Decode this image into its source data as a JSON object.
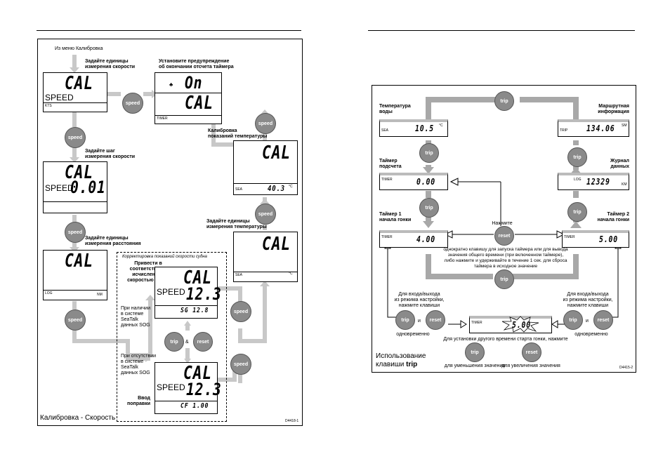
{
  "left": {
    "intro": "Из меню Калибровка",
    "step_speed_units": "Задайте единицы\nизмерения скорости",
    "step_alarm": "Установите предупреждение\nоб окончании отсчета таймера",
    "step_speed_step": "Задайте шаг\nизмерения скорости",
    "step_temp_calib": "Калибровка\nпоказаний температуры",
    "step_temp_units": "Задайте единицы\nизмерения температуры",
    "step_dist_units": "Задайте единицы\nизмерения расстояния",
    "sog_box_title": "Корректировка показаний скорости судна",
    "sog_align": "Привести в\nсоответствие с\nисчисленной\nскоростью (SOG)",
    "sog_present": "При наличии\nв системе\nSeaTalk\nданных SOG",
    "sog_absent": "При отсутствии\nв системе\nSeaTalk\nданных SOG",
    "enter_corr": "Ввод\nпоправки",
    "amp": "&",
    "caption": "Калибровка - Скорость",
    "code": "D4418-1",
    "lcd_cal": "CAL",
    "lcd_on": "On",
    "lcd_speed": "SPEED",
    "lcd_kts": "KTS",
    "lcd_timer": "TIMER",
    "lcd_sea": "SEA",
    "lcd_log": "LOG",
    "lcd_nm": "NM",
    "lcd_degc": "°C",
    "val_step": "0.01",
    "val_temp": "40.3",
    "val_sog_speed": "12.3",
    "val_sog": "SG 12.8",
    "val_cf": "CF 1.00",
    "btn_speed": "speed",
    "btn_trip": "trip",
    "btn_reset": "reset"
  },
  "right": {
    "water_temp": "Температура\nводы",
    "trip_info": "Маршрутная\nинформация",
    "countdown": "Таймер\nподсчета",
    "log_data": "Журнал\nданных",
    "race1": "Таймер 1\nначала гонки",
    "race2": "Таймер 2\nначала гонки",
    "press": "Нажмите",
    "desc": "однократно клавишу для запуска таймера или для вывода\nзначения общего времени (при включенном таймере),\nлибо нажмите и удерживайте в течение 1 сек. для сброса\nтаймера в исходное значение",
    "setup_left": "Для входа/выхода\nиз режима настройки,\nнажмите клавиши",
    "setup_right": "Для входа/выхода\nиз режима настройки,\nнажмите клавиши",
    "and": "и",
    "simul": "одновременно",
    "set_other": "Для установки другого времени старта гонки, нажмите",
    "dec": "для уменьшения значения",
    "inc": "для увеличения значения",
    "caption_line1": "Использование",
    "caption_line2_prefix": "клавиши",
    "caption_line2_key": "trip",
    "code": "D4415-2",
    "lcd_sea": "SEA",
    "lcd_trip": "TRIP",
    "lcd_timer": "TIMER",
    "lcd_log": "LOG",
    "lcd_degc": "°C",
    "lcd_sm": "SM",
    "lcd_km": "KM",
    "val_temp": "10.5",
    "val_trip": "134.06",
    "val_timer0": "0.00",
    "val_log": "12329",
    "val_timer4": "4.00",
    "val_timer5": "5.00",
    "val_timer_set": "5.00",
    "btn_trip": "trip",
    "btn_reset": "reset"
  }
}
